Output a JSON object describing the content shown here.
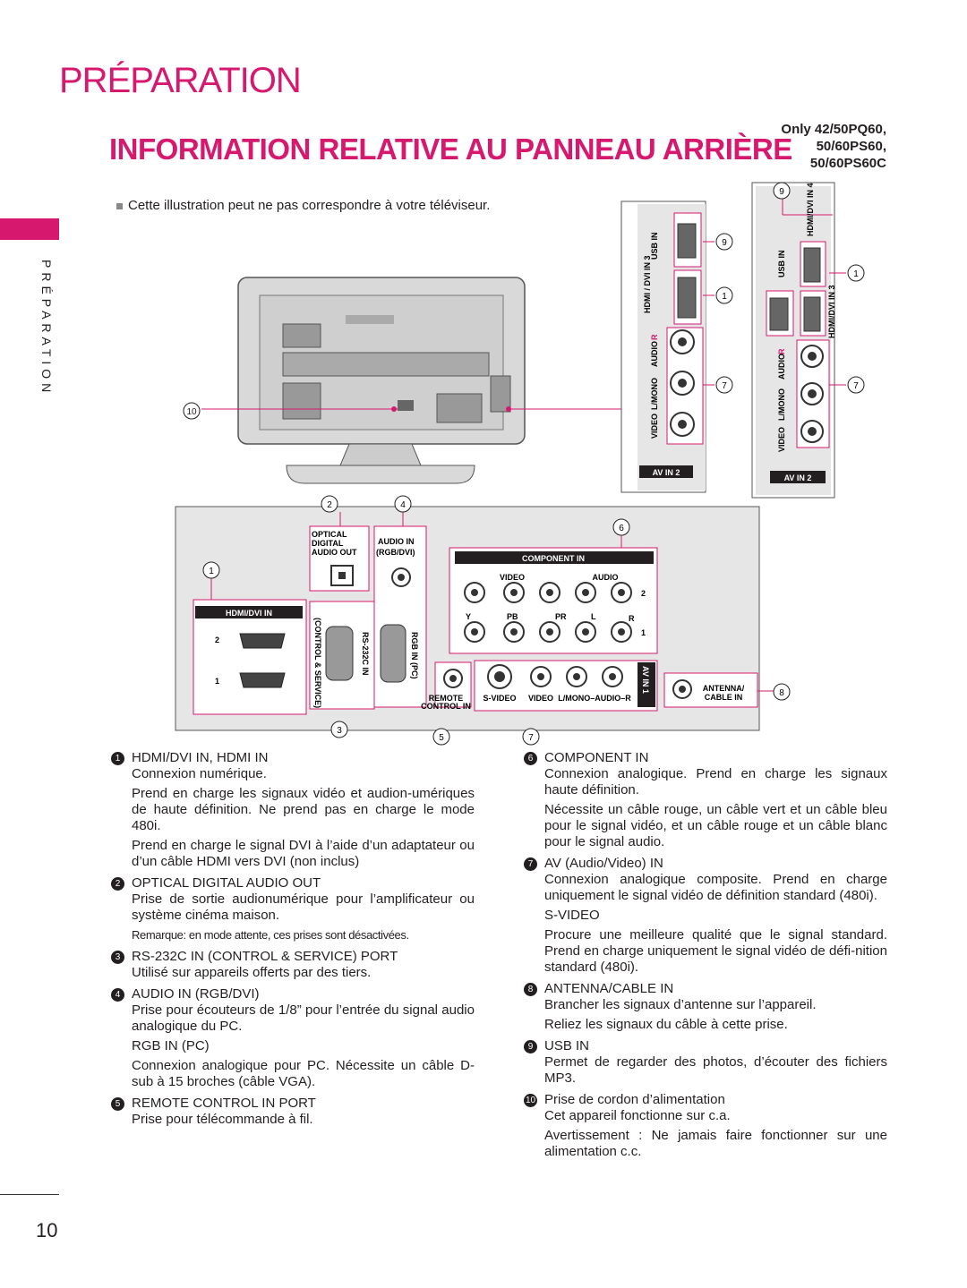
{
  "header": {
    "title": "PRÉPARATION",
    "subtitle": "INFORMATION RELATIVE AU PANNEAU ARRIÈRE",
    "models": [
      "Only 42/50PQ60,",
      "50/60PS60,",
      "50/60PS60C"
    ],
    "note": "Cette illustration peut ne pas correspondre à votre téléviseur."
  },
  "sidebar": {
    "label": "PRÉPARATION"
  },
  "page_number": "10",
  "colors": {
    "accent": "#d6186f",
    "text": "#231f20"
  },
  "diagram": {
    "callouts": [
      "9",
      "1",
      "7",
      "9",
      "1",
      "7",
      "10",
      "2",
      "4",
      "6",
      "1",
      "3",
      "5",
      "7",
      "8"
    ],
    "usb_in": "USB IN",
    "hdmi_dvi_in_3": "HDMI / DVI IN 3",
    "hdmi_dvi_in_4": "HDMI/DVI IN 4",
    "hdmi_dvi_in_3b": "HDMI/DVI IN 3",
    "video": "VIDEO",
    "l_mono": "L/MONO",
    "audio": "AUDIO",
    "r": "R",
    "av_in_2": "AV IN 2",
    "optical": "OPTICAL",
    "digital": "DIGITAL",
    "audio_out": "AUDIO OUT",
    "audio_in": "AUDIO IN",
    "rgb_dvi": "(RGB/DVI)",
    "component_in": "COMPONENT IN",
    "comp_video": "VIDEO",
    "comp_audio": "AUDIO",
    "y": "Y",
    "pb": "PB",
    "pr": "PR",
    "l": "L",
    "r2": "R",
    "two": "2",
    "one": "1",
    "hdmi_dvi_in": "HDMI/DVI IN",
    "hdmi_2": "2",
    "hdmi_1": "1",
    "control_service": "(CONTROL & SERVICE)",
    "rs232c_in": "RS-232C IN",
    "rgb_in_pc": "RGB IN (PC)",
    "remote": "REMOTE",
    "control_in": "CONTROL IN",
    "s_video": "S-VIDEO",
    "video2": "VIDEO",
    "l_mono_audio_r": "L/MONO–AUDIO–R",
    "av_in_1": "AV IN 1",
    "antenna": "ANTENNA/",
    "cable_in": "CABLE IN"
  },
  "left_column": [
    {
      "num": "1",
      "title": "HDMI/DVI IN, HDMI IN",
      "paras": [
        "Connexion numérique.",
        "Prend en charge les signaux vidéo et audion-umériques de haute définition. Ne prend pas en charge le mode 480i.",
        "Prend en charge le signal DVI à l’aide d’un adaptateur ou d’un câble HDMI vers DVI (non inclus)"
      ]
    },
    {
      "num": "2",
      "title": "OPTICAL DIGITAL AUDIO OUT",
      "paras": [
        "Prise de sortie audionumérique pour l’amplificateur ou système cinéma maison."
      ],
      "small": "Remarque: en mode attente, ces prises sont désactivées."
    },
    {
      "num": "3",
      "title": "RS-232C IN (CONTROL & SERVICE) PORT",
      "paras": [
        "Utilisé sur appareils offerts par des tiers."
      ]
    },
    {
      "num": "4",
      "title": "AUDIO IN (RGB/DVI)",
      "paras": [
        "Prise pour écouteurs de 1/8” pour l’entrée du signal audio analogique du PC."
      ],
      "subtitle": "RGB IN (PC)",
      "subparas": [
        "Connexion analogique pour PC. Nécessite un câble D-sub à 15 broches (câble VGA)."
      ]
    },
    {
      "num": "5",
      "title": "REMOTE CONTROL IN PORT",
      "paras": [
        "Prise pour télécommande à fil."
      ]
    }
  ],
  "right_column": [
    {
      "num": "6",
      "title": "COMPONENT IN",
      "paras": [
        "Connexion analogique. Prend en charge les signaux haute définition.",
        "Nécessite un câble rouge, un câble vert et un câble bleu pour le signal vidéo, et un câble rouge et un câble blanc pour le signal audio."
      ]
    },
    {
      "num": "7",
      "title": "AV (Audio/Video) IN",
      "paras": [
        "Connexion analogique composite. Prend en charge uniquement le signal vidéo de définition standard (480i)."
      ],
      "subtitle": "S-VIDEO",
      "subparas": [
        "Procure une meilleure qualité que le signal standard. Prend en charge uniquement le signal vidéo de défi-nition standard (480i)."
      ]
    },
    {
      "num": "8",
      "title": "ANTENNA/CABLE IN",
      "paras": [
        "Brancher les signaux d’antenne sur l’appareil.",
        "Reliez les signaux du câble à cette prise."
      ]
    },
    {
      "num": "9",
      "title": "USB IN",
      "paras": [
        "Permet de regarder des photos, d’écouter des fichiers MP3."
      ]
    },
    {
      "num": "10",
      "title": "Prise de cordon d’alimentation",
      "paras": [
        "Cet appareil fonctionne sur c.a.",
        "Avertissement : Ne jamais faire fonctionner sur une alimentation c.c."
      ]
    }
  ]
}
